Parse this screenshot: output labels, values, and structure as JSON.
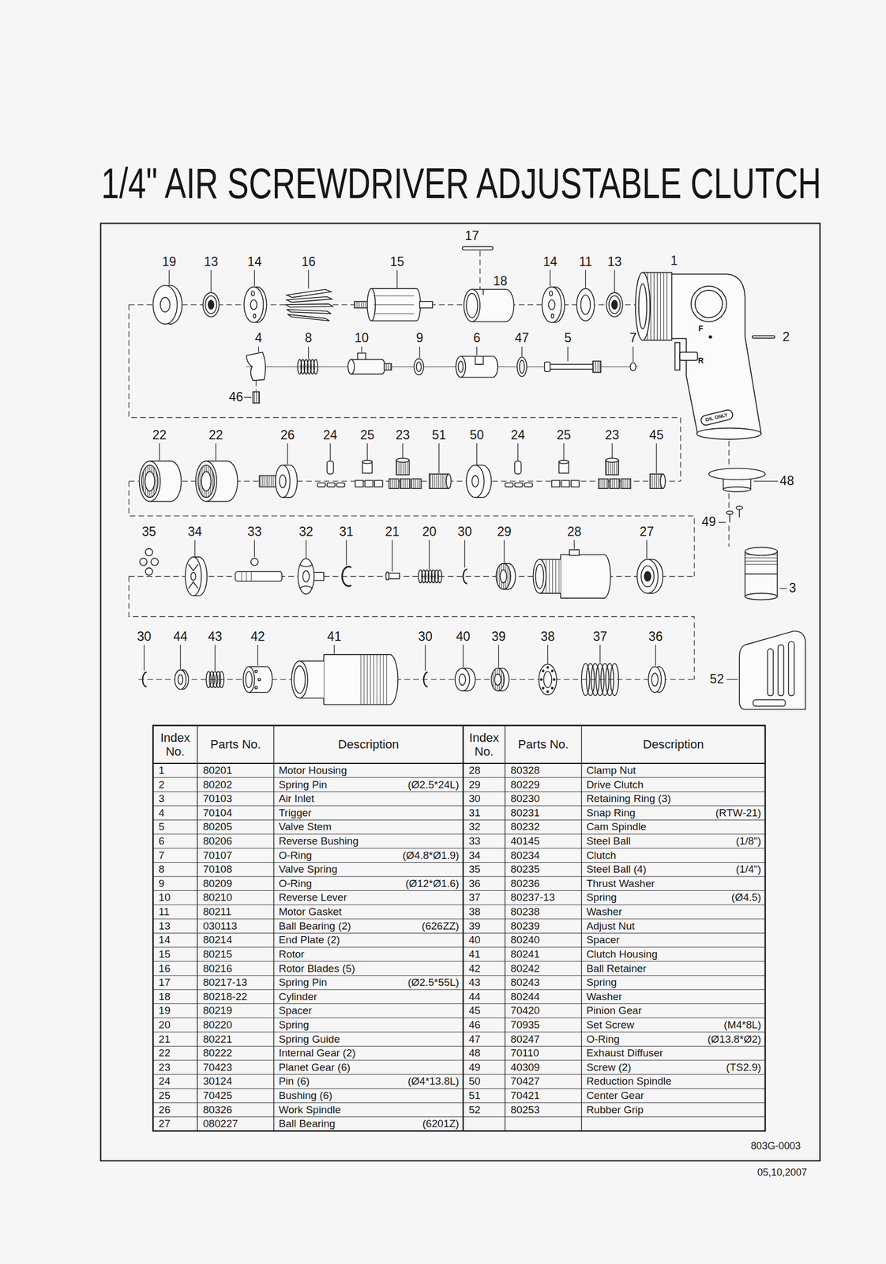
{
  "diagram": {
    "title": "1/4\" AIR SCREWDRIVER ADJUSTABLE CLUTCH",
    "labels": [
      "17",
      "19",
      "13",
      "14",
      "16",
      "15",
      "14",
      "11",
      "13",
      "1",
      "18",
      "F",
      "4",
      "8",
      "10",
      "9",
      "6",
      "47",
      "5",
      "7",
      "2",
      "R",
      "46",
      "OIL ONLY",
      "22",
      "22",
      "26",
      "24",
      "25",
      "23",
      "51",
      "50",
      "24",
      "25",
      "23",
      "45",
      "48",
      "49",
      "35",
      "34",
      "33",
      "32",
      "31",
      "21",
      "20",
      "30",
      "29",
      "28",
      "27",
      "3",
      "30",
      "44",
      "43",
      "42",
      "41",
      "30",
      "40",
      "39",
      "38",
      "37",
      "36",
      "52",
      "Index No.",
      "Parts No.",
      "Description",
      "Index No.",
      "Parts No.",
      "Description",
      "1",
      "80201",
      "Motor Housing",
      "2",
      "80202",
      "Spring Pin",
      "(Ø2.5*24L)",
      "3",
      "70103",
      "Air Inlet",
      "4",
      "70104",
      "Trigger",
      "5",
      "80205",
      "Valve Stem",
      "6",
      "80206",
      "Reverse Bushing",
      "7",
      "70107",
      "O-Ring",
      "(Ø4.8*Ø1.9)",
      "8",
      "70108",
      "Valve Spring",
      "9",
      "80209",
      "O-Ring",
      "(Ø12*Ø1.6)",
      "10",
      "80210",
      "Reverse Lever",
      "11",
      "80211",
      "Motor Gasket",
      "13",
      "030113",
      "Ball Bearing (2)",
      "(626ZZ)",
      "14",
      "80214",
      "End Plate (2)",
      "15",
      "80215",
      "Rotor",
      "16",
      "80216",
      "Rotor Blades (5)",
      "17",
      "80217-13",
      "Spring Pin",
      "(Ø2.5*55L)",
      "18",
      "80218-22",
      "Cylinder",
      "19",
      "80219",
      "Spacer",
      "20",
      "80220",
      "Spring",
      "21",
      "80221",
      "Spring Guide",
      "22",
      "80222",
      "Internal Gear (2)",
      "23",
      "70423",
      "Planet Gear (6)",
      "24",
      "30124",
      "Pin (6)",
      "(Ø4*13.8L)",
      "25",
      "70425",
      "Bushing (6)",
      "26",
      "80326",
      "Work Spindle",
      "27",
      "080227",
      "Ball Bearing",
      "(6201Z)",
      "28",
      "80328",
      "Clamp Nut",
      "29",
      "80229",
      "Drive Clutch",
      "30",
      "80230",
      "Retaining Ring (3)",
      "31",
      "80231",
      "Snap Ring",
      "(RTW-21)",
      "32",
      "80232",
      "Cam Spindle",
      "33",
      "40145",
      "Steel Ball",
      "(1/8\")",
      "34",
      "80234",
      "Clutch",
      "35",
      "80235",
      "Steel Ball (4)",
      "(1/4\")",
      "36",
      "80236",
      "Thrust Washer",
      "37",
      "80237-13",
      "Spring",
      "(Ø4.5)",
      "38",
      "80238",
      "Washer",
      "39",
      "80239",
      "Adjust Nut",
      "40",
      "80240",
      "Spacer",
      "41",
      "80241",
      "Clutch Housing",
      "42",
      "80242",
      "Ball Retainer",
      "43",
      "80243",
      "Spring",
      "44",
      "80244",
      "Washer",
      "45",
      "70420",
      "Pinion Gear",
      "46",
      "70935",
      "Set Screw",
      "(M4*8L)",
      "47",
      "80247",
      "O-Ring",
      "(Ø13.8*Ø2)",
      "48",
      "70110",
      "Exhaust Diffuser",
      "49",
      "40309",
      "Screw (2)",
      "(TS2.9)",
      "50",
      "70427",
      "Reduction Spindle",
      "51",
      "70421",
      "Center Gear",
      "52",
      "80253",
      "Rubber Grip",
      "803G-0003",
      "05,10,2007"
    ]
  }
}
